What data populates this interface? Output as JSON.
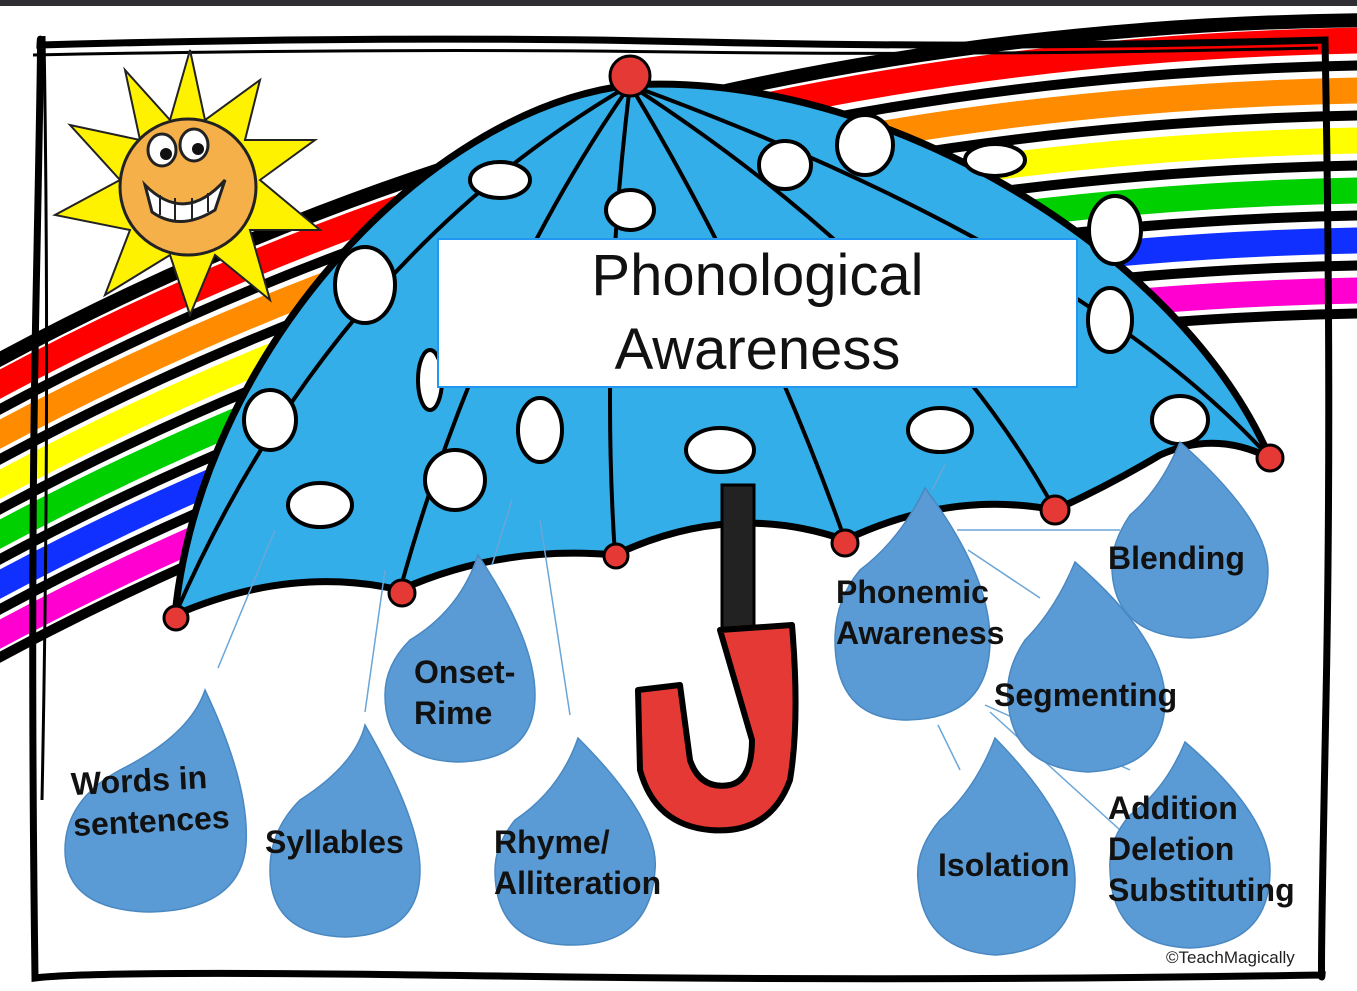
{
  "title": {
    "line1": "Phonological",
    "line2": "Awareness"
  },
  "drops": {
    "words_in_sentences": {
      "line1": "Words in",
      "line2": "sentences"
    },
    "syllables": "Syllables",
    "onset_rime": {
      "line1": "Onset-",
      "line2": "Rime"
    },
    "rhyme_alliteration": {
      "line1": "Rhyme/",
      "line2": "Alliteration"
    },
    "phonemic_awareness": {
      "line1": "Phonemic",
      "line2": "Awareness"
    },
    "blending": "Blending",
    "segmenting": "Segmenting",
    "isolation": "Isolation",
    "add_delete_sub": {
      "line1": "Addition",
      "line2": "Deletion",
      "line3": "Substituting"
    }
  },
  "credit": "©TeachMagically",
  "colors": {
    "drop": "#5b9bd5",
    "umbrella": "#33aee8",
    "handle": "#e53935",
    "sun": "#f6b04a",
    "rays": "#fff200",
    "rainbow": [
      "#ff0000",
      "#ff8c00",
      "#ffff00",
      "#00d000",
      "#1030ff",
      "#ff00d0"
    ]
  }
}
